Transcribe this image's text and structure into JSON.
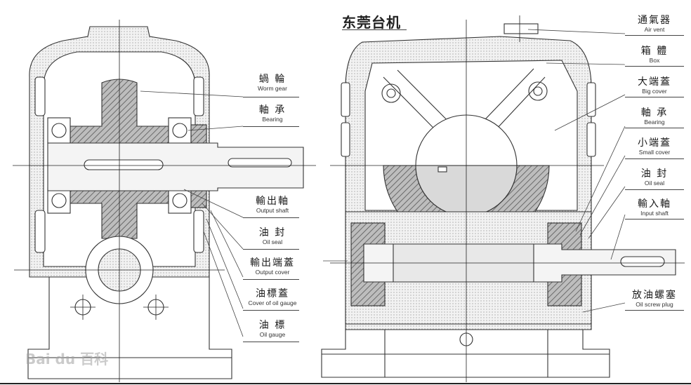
{
  "watermark_text": "东莞台机",
  "logo_text": "Bai du 百科",
  "colors": {
    "line": "#333333",
    "hatch": "#8a8a8a",
    "dark_fill": "#9a9a9a",
    "light_fill": "#e6e6e6",
    "background": "#ffffff"
  },
  "left_view_labels": [
    {
      "cn": "蝸 輪",
      "en": "Worm gear"
    },
    {
      "cn": "軸 承",
      "en": "Bearing"
    },
    {
      "cn": "輸出軸",
      "en": "Output shaft"
    },
    {
      "cn": "油 封",
      "en": "Oil seal"
    },
    {
      "cn": "輸出端蓋",
      "en": "Output cover"
    },
    {
      "cn": "油標蓋",
      "en": "Cover of oil gauge"
    },
    {
      "cn": "油 標",
      "en": "Oil gauge"
    }
  ],
  "right_view_labels": [
    {
      "cn": "通氣器",
      "en": "Air vent"
    },
    {
      "cn": "箱 體",
      "en": "Box"
    },
    {
      "cn": "大端蓋",
      "en": "Big cover"
    },
    {
      "cn": "軸 承",
      "en": "Bearing"
    },
    {
      "cn": "小端蓋",
      "en": "Small cover"
    },
    {
      "cn": "油 封",
      "en": "Oil seal"
    },
    {
      "cn": "輸入軸",
      "en": "Input shaft"
    },
    {
      "cn": "放油螺塞",
      "en": "Oil screw plug"
    }
  ]
}
